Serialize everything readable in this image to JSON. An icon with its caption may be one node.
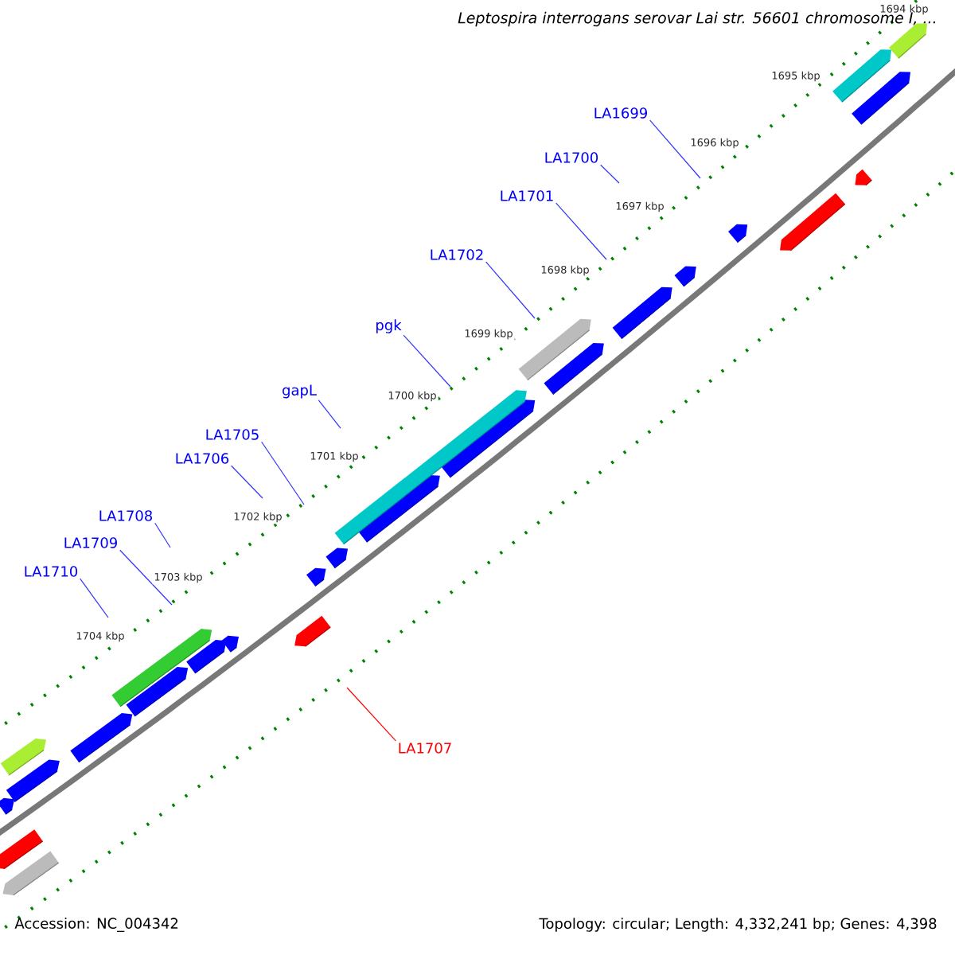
{
  "diagram": {
    "title": "Leptospira interrogans serovar Lai str. 56601 chromosome I, ...",
    "nodes": [
      {
        "text": [
          "LA1699"
        ]
      },
      {
        "text": [
          "LA1700"
        ]
      },
      {
        "text": [
          "LA1701"
        ]
      },
      {
        "text": [
          "LA1702"
        ]
      },
      {
        "text": [
          "pgk"
        ]
      },
      {
        "text": [
          "gapL"
        ]
      },
      {
        "text": [
          "LA1705"
        ]
      },
      {
        "text": [
          "LA1706"
        ]
      },
      {
        "text": [
          "LA1708"
        ]
      },
      {
        "text": [
          "LA1709"
        ]
      },
      {
        "text": [
          "LA1710"
        ]
      },
      {
        "text": [
          "LA1707"
        ]
      }
    ],
    "edges": [
      {
        "from": 0,
        "to": null,
        "arrow": "none"
      },
      {
        "from": 1,
        "to": null,
        "arrow": "none"
      },
      {
        "from": 2,
        "to": null,
        "arrow": "none"
      },
      {
        "from": 3,
        "to": null,
        "arrow": "none"
      },
      {
        "from": 4,
        "to": null,
        "arrow": "none"
      },
      {
        "from": 5,
        "to": null,
        "arrow": "none"
      },
      {
        "from": 6,
        "to": null,
        "arrow": "none"
      },
      {
        "from": 7,
        "to": null,
        "arrow": "none"
      },
      {
        "from": 8,
        "to": null,
        "arrow": "none"
      },
      {
        "from": 9,
        "to": null,
        "arrow": "none"
      },
      {
        "from": 10,
        "to": null,
        "arrow": "none"
      },
      {
        "from": 11,
        "to": null,
        "arrow": "none",
        "color": "#ff0000"
      }
    ],
    "labels": [
      "1694 kbp",
      "1695 kbp",
      "1696 kbp",
      "1697 kbp",
      "1698 kbp",
      "1699 kbp",
      "1700 kbp",
      "1701 kbp",
      "1702 kbp",
      "1703 kbp",
      "1704 kbp",
      "Accession: NC_004342",
      "Topology: circular; Length: 4,332,241 bp; Genes: 4,398"
    ]
  }
}
